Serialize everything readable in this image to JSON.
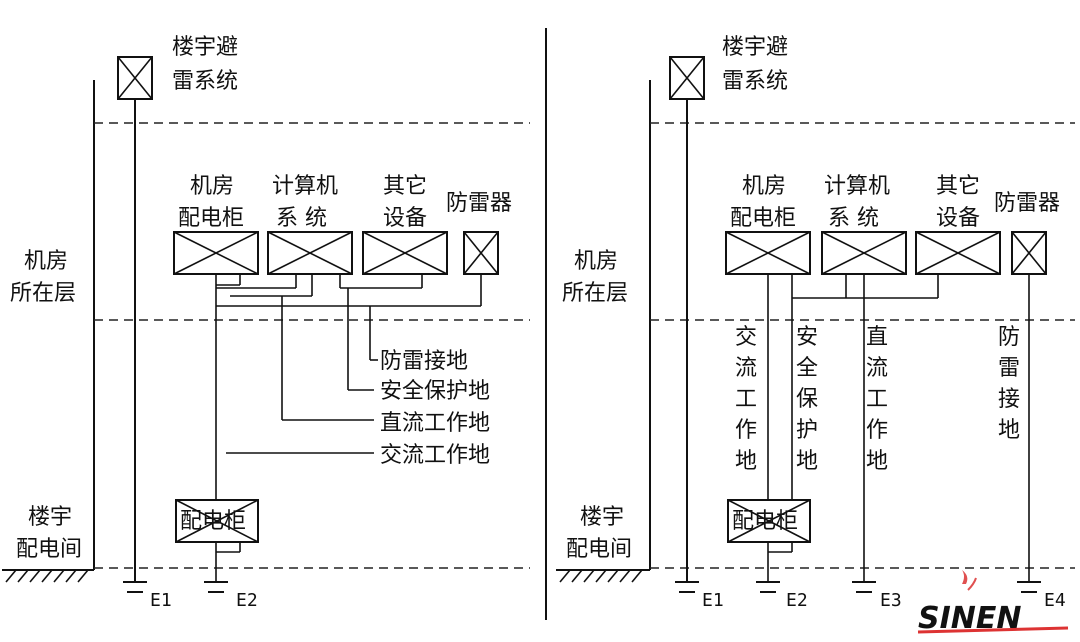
{
  "left": {
    "lightning_system": [
      "楼宇避",
      "雷系统"
    ],
    "floor_label": [
      "机房",
      "所在层"
    ],
    "dist_room_label": [
      "楼宇",
      "配电间"
    ],
    "equipment": [
      [
        "机房",
        "配电柜"
      ],
      [
        "计算机",
        "系  统"
      ],
      [
        "其它",
        "设备"
      ],
      [
        "防雷器"
      ]
    ],
    "ground_types": [
      "防雷接地",
      "安全保护地",
      "直流工作地",
      "交流工作地"
    ],
    "cabinet": "配电柜",
    "ground_marks": [
      "E1",
      "E2"
    ]
  },
  "right": {
    "lightning_system": [
      "楼宇避",
      "雷系统"
    ],
    "floor_label": [
      "机房",
      "所在层"
    ],
    "dist_room_label": [
      "楼宇",
      "配电间"
    ],
    "equipment": [
      [
        "机房",
        "配电柜"
      ],
      [
        "计算机",
        "系  统"
      ],
      [
        "其它",
        "设备"
      ],
      [
        "防雷器"
      ]
    ],
    "vertical_labels": [
      "交流工作地",
      "安全保护地",
      "直流工作地",
      "防雷接地"
    ],
    "cabinet": "配电柜",
    "ground_marks": [
      "E1",
      "E2",
      "E3",
      "E4"
    ]
  },
  "logo": {
    "text": "SINEN"
  }
}
